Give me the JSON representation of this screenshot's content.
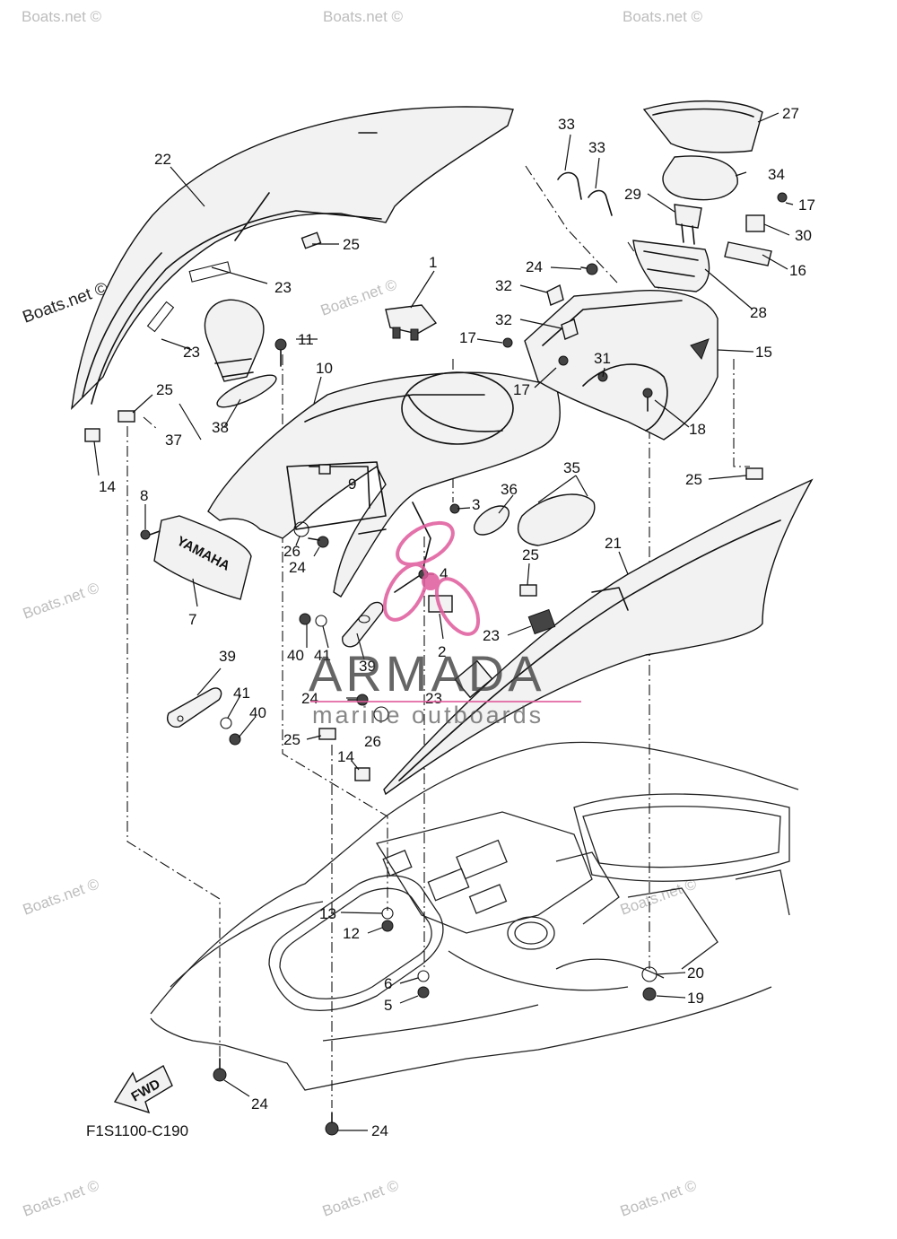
{
  "diagram": {
    "code": "F1S1100-C190",
    "fwd_label": "FWD",
    "brand_label": "YAMAHA",
    "logo": {
      "name": "ARMADA",
      "tagline": "marine outboards",
      "accent_color": "#e05a9c"
    },
    "watermarks": {
      "primary": "Boats.net ©",
      "faded": "Boats.net ©"
    },
    "callouts": [
      "1",
      "2",
      "3",
      "4",
      "5",
      "6",
      "7",
      "8",
      "9",
      "10",
      "11",
      "12",
      "13",
      "14",
      "15",
      "16",
      "17",
      "18",
      "19",
      "20",
      "21",
      "22",
      "23",
      "24",
      "25",
      "26",
      "27",
      "28",
      "29",
      "30",
      "31",
      "32",
      "33",
      "34",
      "35",
      "36",
      "37",
      "38",
      "39",
      "40",
      "41"
    ]
  }
}
